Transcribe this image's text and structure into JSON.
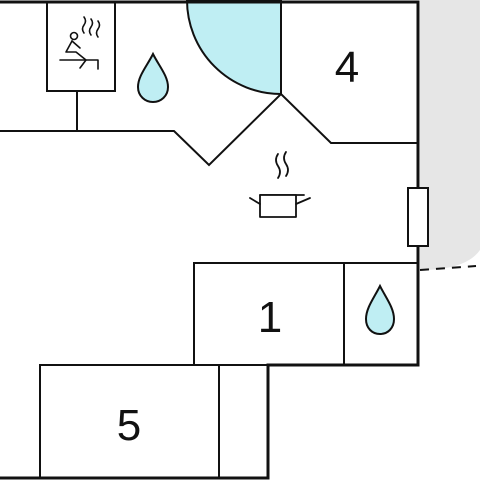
{
  "plan": {
    "rooms": [
      {
        "id": "room-4",
        "label": "4"
      },
      {
        "id": "room-1",
        "label": "1"
      },
      {
        "id": "room-5",
        "label": "5"
      }
    ],
    "colors": {
      "wall": "#111111",
      "water": "#bfeef3",
      "outdoor": "#e6e6e6",
      "background": "#ffffff"
    },
    "icons": [
      "sauna-icon",
      "water-drop-icon",
      "cooking-pot-icon",
      "window-icon"
    ]
  }
}
